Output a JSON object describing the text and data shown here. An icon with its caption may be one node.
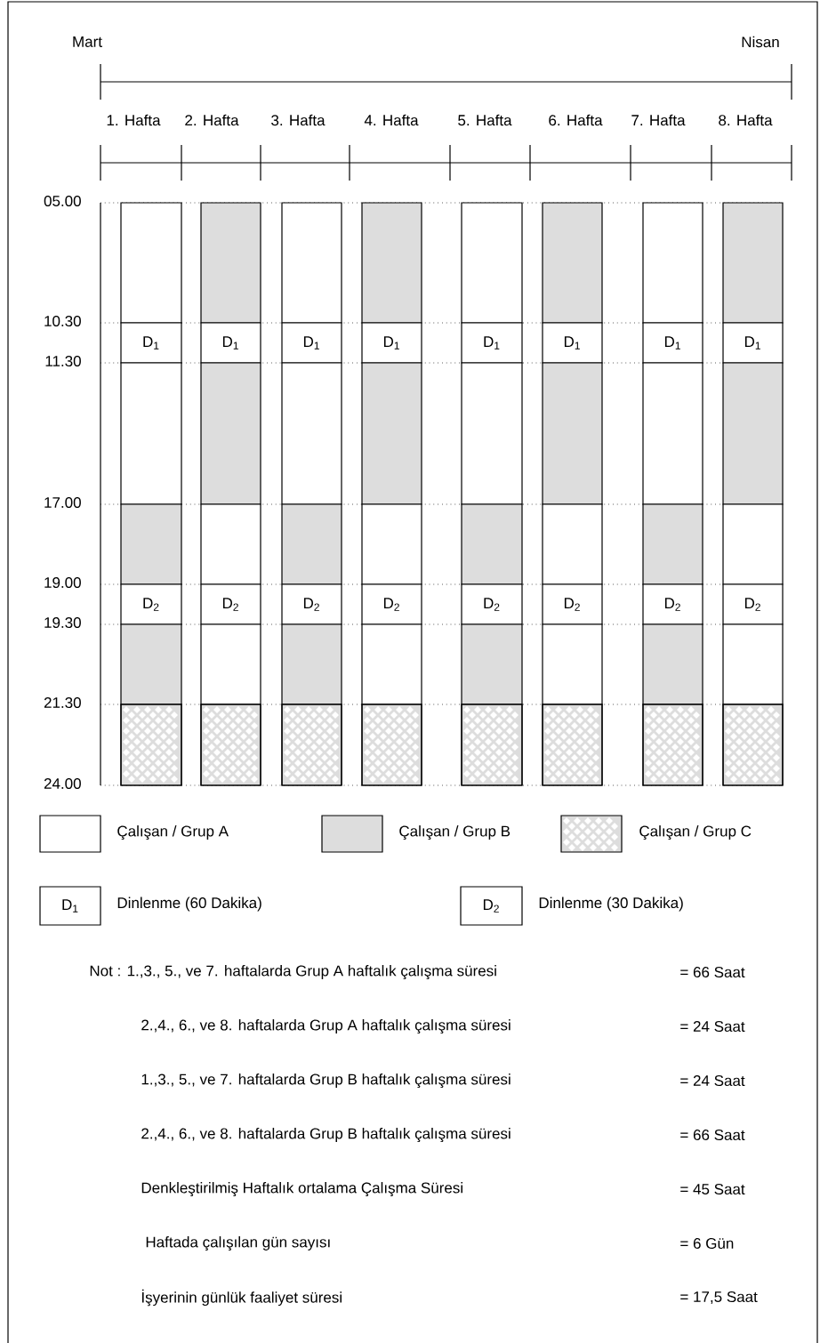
{
  "diagram": {
    "nodes": [
      {
        "text": [],
        "shape": "box"
      },
      {
        "text": [
          "D$_{1}$"
        ]
      },
      {
        "text": [],
        "shape": "box"
      },
      {
        "text": [],
        "shape": "box"
      },
      {
        "text": [
          "D$_{2}$"
        ]
      },
      {
        "text": [],
        "shape": "box"
      },
      {
        "text": [],
        "shape": "box"
      },
      {
        "text": [],
        "shape": "box"
      },
      {
        "text": [
          "D$_{1}$"
        ]
      },
      {
        "text": [],
        "shape": "box"
      },
      {
        "text": [],
        "shape": "box"
      },
      {
        "text": [
          "D$_{2}$"
        ]
      },
      {
        "text": [],
        "shape": "box"
      },
      {
        "text": [],
        "shape": "box"
      },
      {
        "text": [],
        "shape": "box"
      },
      {
        "text": [
          "D$_{1}$"
        ]
      },
      {
        "text": [],
        "shape": "box"
      },
      {
        "text": [],
        "shape": "box"
      },
      {
        "text": [
          "D$_{2}$"
        ]
      },
      {
        "text": [],
        "shape": "box"
      },
      {
        "text": [],
        "shape": "box"
      },
      {
        "text": [],
        "shape": "box"
      },
      {
        "text": [
          "D$_{1}$"
        ]
      },
      {
        "text": [],
        "shape": "box"
      },
      {
        "text": [],
        "shape": "box"
      },
      {
        "text": [
          "D$_{2}$"
        ]
      },
      {
        "text": [],
        "shape": "box"
      },
      {
        "text": [],
        "shape": "box"
      },
      {
        "text": [],
        "shape": "box"
      },
      {
        "text": [
          "D$_{1}$"
        ]
      },
      {
        "text": [],
        "shape": "box"
      },
      {
        "text": [],
        "shape": "box"
      },
      {
        "text": [
          "D$_{2}$"
        ]
      },
      {
        "text": [],
        "shape": "box"
      },
      {
        "text": [],
        "shape": "box"
      },
      {
        "text": [],
        "shape": "box"
      },
      {
        "text": [
          "D$_{1}$"
        ]
      },
      {
        "text": [],
        "shape": "box"
      },
      {
        "text": [],
        "shape": "box"
      },
      {
        "text": [
          "D$_{2}$"
        ]
      },
      {
        "text": [],
        "shape": "box"
      },
      {
        "text": [],
        "shape": "box"
      },
      {
        "text": [],
        "shape": "box"
      },
      {
        "text": [
          "D$_{1}$"
        ]
      },
      {
        "text": [],
        "shape": "box"
      },
      {
        "text": [],
        "shape": "box"
      },
      {
        "text": [
          "D$_{2}$"
        ]
      },
      {
        "text": [],
        "shape": "box"
      },
      {
        "text": [],
        "shape": "box"
      },
      {
        "text": [],
        "shape": "box"
      },
      {
        "text": [
          "D$_{1}$"
        ]
      },
      {
        "text": [],
        "shape": "box"
      },
      {
        "text": [],
        "shape": "box"
      },
      {
        "text": [
          "D$_{2}$"
        ]
      },
      {
        "text": [],
        "shape": "box"
      },
      {
        "text": [],
        "shape": "box"
      },
      {
        "text": [
          "D$_{1}$"
        ],
        "beside": [
          "Dinlenme (60 Dakika)"
        ]
      },
      {
        "text": [
          "D$_{2}$"
        ],
        "beside": [
          "Dinlenme (30 Dakika)"
        ]
      }
    ],
    "labels": [
      "Mart",
      "Nisan",
      "1. Hafta",
      "2. Hafta",
      "3. Hafta",
      "4. Hafta",
      "5. Hafta",
      "6. Hafta",
      "7. Hafta",
      "8. Hafta",
      "05.00",
      "10.30",
      "11.30",
      "17.00",
      "19.00",
      "19.30",
      "21.30",
      "24.00",
      "Not : 1.,3., 5., ve 7. haftalarda Grup A haftalık çalışma süresi",
      "= 66 Saat",
      "2.,4., 6., ve 8. haftalarda Grup A haftalık çalışma süresi",
      "= 24 Saat",
      "1.,3., 5., ve 7. haftalarda Grup B haftalık çalışma süresi",
      "= 24 Saat",
      "2.,4., 6., ve 8. haftalarda Grup B haftalık çalışma süresi",
      "= 66 Saat",
      "Denkleştirilmiş Haftalık ortalama Çalışma Süresi",
      "= 45 Saat",
      "Haftada çalışılan gün sayısı",
      "= 6 Gün",
      "İşyerinin günlük faaliyet süresi",
      "= 17,5 Saat"
    ],
    "legend": [
      {
        "text": "Çalışan / Grup A"
      },
      {
        "text": "Çalışan / Grup B",
        "color": "#dddddd"
      },
      {
        "text": "Çalışan / Grup C"
      }
    ]
  }
}
